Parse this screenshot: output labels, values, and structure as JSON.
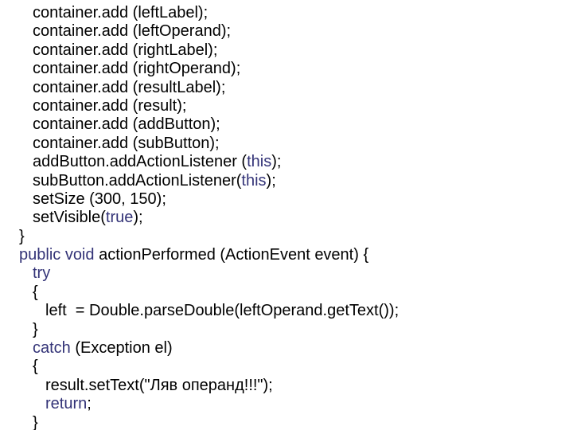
{
  "slide": {
    "background": "#ffffff"
  },
  "colors": {
    "code_text": "#000000",
    "keyword": "#333377"
  },
  "code": {
    "language": "java",
    "lines": [
      {
        "indent": 2,
        "segments": [
          {
            "text": "container.add (leftLabel);",
            "color": "normal"
          }
        ]
      },
      {
        "indent": 2,
        "segments": [
          {
            "text": "container.add (leftOperand);",
            "color": "normal"
          }
        ]
      },
      {
        "indent": 2,
        "segments": [
          {
            "text": "container.add (rightLabel);",
            "color": "normal"
          }
        ]
      },
      {
        "indent": 2,
        "segments": [
          {
            "text": "container.add (rightOperand);",
            "color": "normal"
          }
        ]
      },
      {
        "indent": 2,
        "segments": [
          {
            "text": "container.add (resultLabel);",
            "color": "normal"
          }
        ]
      },
      {
        "indent": 2,
        "segments": [
          {
            "text": "container.add (result);",
            "color": "normal"
          }
        ]
      },
      {
        "indent": 2,
        "segments": [
          {
            "text": "container.add (addButton);",
            "color": "normal"
          }
        ]
      },
      {
        "indent": 2,
        "segments": [
          {
            "text": "container.add (subButton);",
            "color": "normal"
          }
        ]
      },
      {
        "indent": 2,
        "segments": [
          {
            "text": "addButton.addActionListener (",
            "color": "normal"
          },
          {
            "text": "this",
            "color": "keyword"
          },
          {
            "text": ");",
            "color": "normal"
          }
        ]
      },
      {
        "indent": 2,
        "segments": [
          {
            "text": "subButton.addActionListener(",
            "color": "normal"
          },
          {
            "text": "this",
            "color": "keyword"
          },
          {
            "text": ");",
            "color": "normal"
          }
        ]
      },
      {
        "indent": 2,
        "segments": [
          {
            "text": "setSize (300, 150);",
            "color": "normal"
          }
        ]
      },
      {
        "indent": 2,
        "segments": [
          {
            "text": "setVisible(",
            "color": "normal"
          },
          {
            "text": "true",
            "color": "keyword"
          },
          {
            "text": ");",
            "color": "normal"
          }
        ]
      },
      {
        "indent": 1,
        "segments": [
          {
            "text": "}",
            "color": "normal"
          }
        ]
      },
      {
        "indent": 1,
        "segments": [
          {
            "text": "public void",
            "color": "keyword"
          },
          {
            "text": " actionPerformed (ActionEvent event) {",
            "color": "normal"
          }
        ]
      },
      {
        "indent": 2,
        "segments": [
          {
            "text": "try",
            "color": "keyword"
          }
        ]
      },
      {
        "indent": 2,
        "segments": [
          {
            "text": "{",
            "color": "normal"
          }
        ]
      },
      {
        "indent": 3,
        "segments": [
          {
            "text": "left  = Double.parseDouble(leftOperand.getText());",
            "color": "normal"
          }
        ]
      },
      {
        "indent": 2,
        "segments": [
          {
            "text": "}",
            "color": "normal"
          }
        ]
      },
      {
        "indent": 2,
        "segments": [
          {
            "text": "catch",
            "color": "keyword"
          },
          {
            "text": " (Exception el)",
            "color": "normal"
          }
        ]
      },
      {
        "indent": 2,
        "segments": [
          {
            "text": "{",
            "color": "normal"
          }
        ]
      },
      {
        "indent": 3,
        "segments": [
          {
            "text": "result.setText(\"Ляв операнд!!!\");",
            "color": "normal"
          }
        ]
      },
      {
        "indent": 3,
        "segments": [
          {
            "text": "return",
            "color": "keyword"
          },
          {
            "text": ";",
            "color": "normal"
          }
        ]
      },
      {
        "indent": 2,
        "segments": [
          {
            "text": "}",
            "color": "normal"
          }
        ]
      }
    ]
  }
}
